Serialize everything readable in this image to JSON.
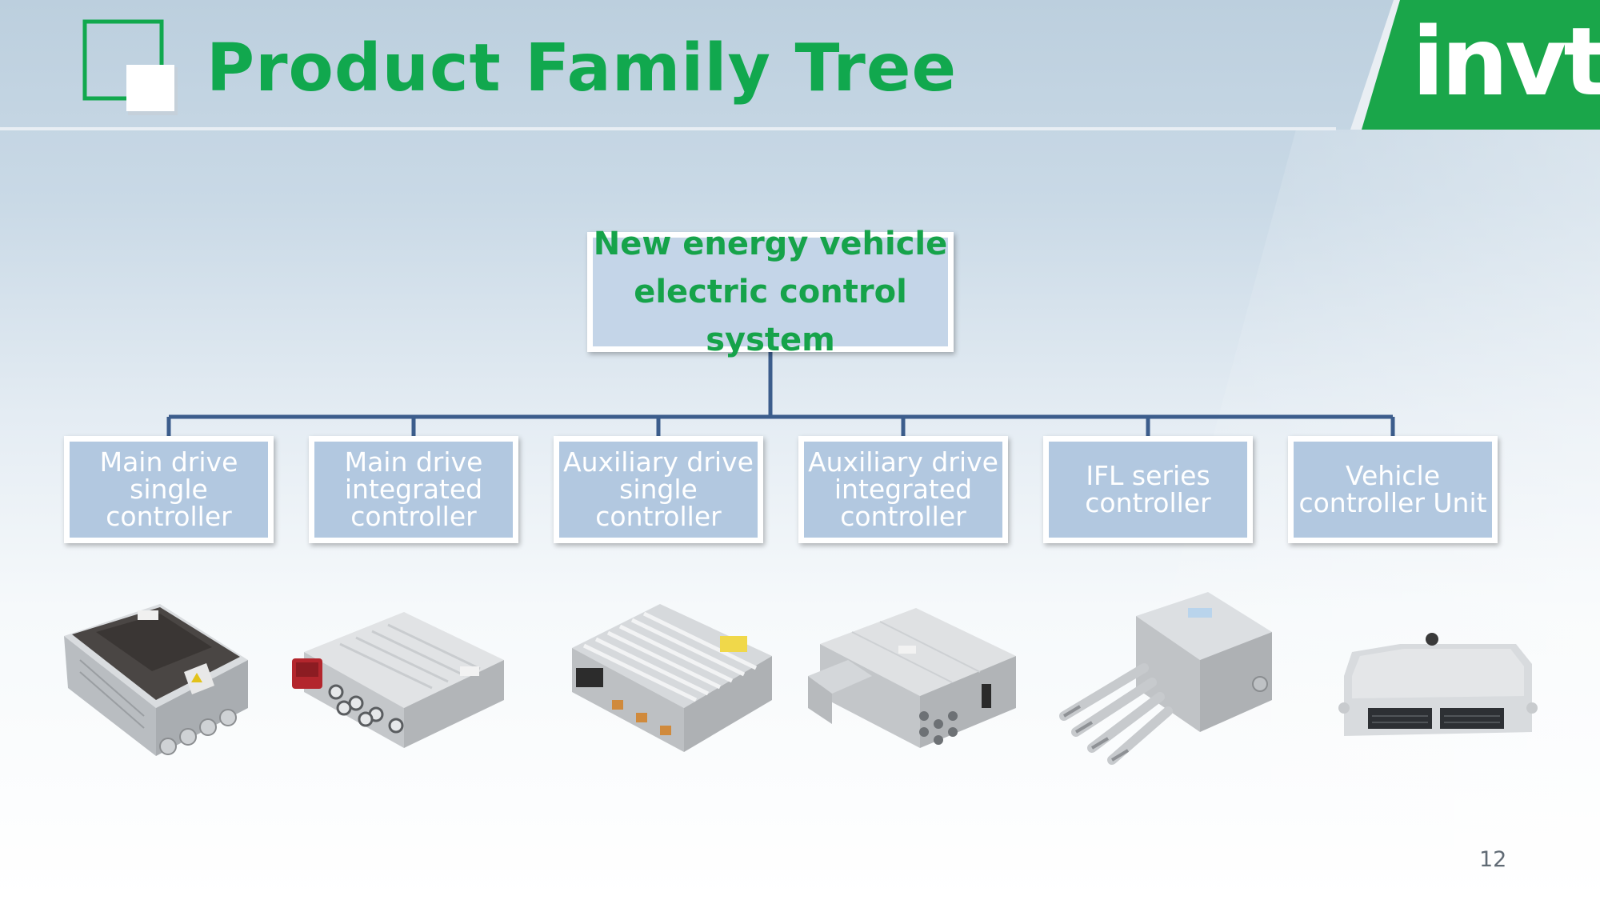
{
  "slide": {
    "title": "Product Family Tree",
    "brand": "invt",
    "page_number": "12"
  },
  "tree": {
    "root": {
      "line1": "New energy vehicle",
      "line2": "electric control system"
    },
    "children": [
      {
        "label": "Main drive single controller"
      },
      {
        "label": "Main drive integrated controller"
      },
      {
        "label": "Auxiliary drive single controller"
      },
      {
        "label": "Auxiliary drive integrated controller"
      },
      {
        "label": "IFL series controller"
      },
      {
        "label": "Vehicle controller Unit"
      }
    ]
  },
  "products": [
    {
      "icon": "main-drive-single-controller-photo"
    },
    {
      "icon": "main-drive-integrated-controller-photo"
    },
    {
      "icon": "auxiliary-drive-single-controller-photo"
    },
    {
      "icon": "auxiliary-drive-integrated-controller-photo"
    },
    {
      "icon": "ifl-series-controller-photo"
    },
    {
      "icon": "vehicle-controller-unit-photo"
    }
  ],
  "colors": {
    "accent_green": "#11a84e",
    "root_text_green": "#16a34a",
    "box_fill": "#b2c8e0",
    "connector": "#3c5d8c"
  }
}
